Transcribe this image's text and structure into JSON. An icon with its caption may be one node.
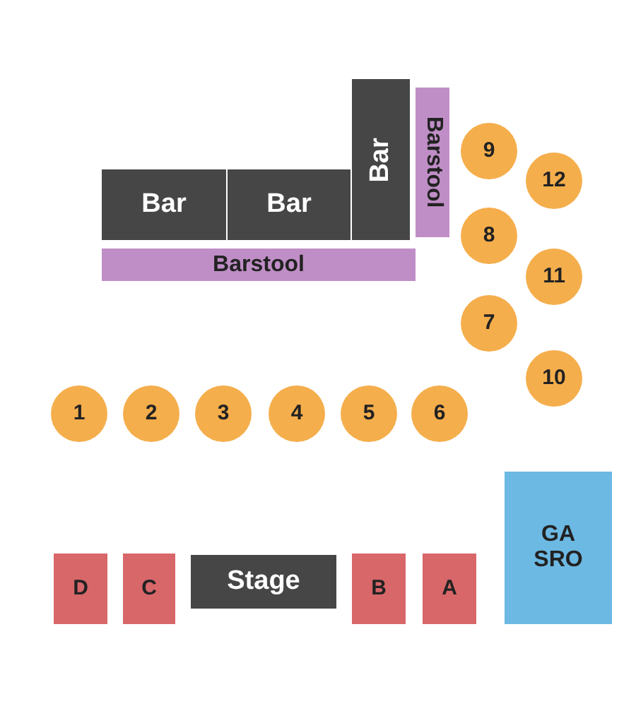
{
  "diagram": {
    "nodes": [
      {
        "text": [
          "Bar"
        ]
      },
      {
        "text": [
          "Barstool"
        ]
      },
      {
        "text": [
          "9"
        ]
      },
      {
        "text": [
          "12"
        ]
      },
      {
        "text": [
          "Bar"
        ]
      },
      {
        "text": [
          "Bar"
        ]
      },
      {
        "text": [
          "8"
        ]
      },
      {
        "text": [
          "11"
        ]
      },
      {
        "text": [
          "Barstool"
        ]
      },
      {
        "text": [
          "7"
        ]
      },
      {
        "text": [
          "10"
        ]
      },
      {
        "text": [
          "1"
        ]
      },
      {
        "text": [
          "2"
        ]
      },
      {
        "text": [
          "3"
        ]
      },
      {
        "text": [
          "4"
        ]
      },
      {
        "text": [
          "5"
        ]
      },
      {
        "text": [
          "6"
        ]
      },
      {
        "text": [
          "GA SRO"
        ]
      },
      {
        "text": [
          "D"
        ]
      },
      {
        "text": [
          "C"
        ]
      },
      {
        "text": [
          "Stage"
        ]
      },
      {
        "text": [
          "B"
        ]
      },
      {
        "text": [
          "A"
        ]
      }
    ]
  }
}
